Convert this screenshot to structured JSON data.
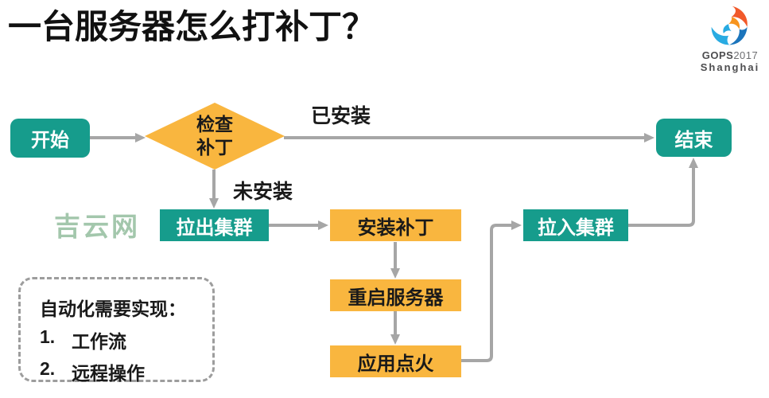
{
  "slide": {
    "title": "一台服务器怎么打补丁？"
  },
  "logo": {
    "brand_bold": "GOPS",
    "brand_year": "2017",
    "city": "Shanghai"
  },
  "watermark": {
    "text": "吉云网"
  },
  "flowchart": {
    "nodes": {
      "start": "开始",
      "decision_line1": "检查",
      "decision_line2": "补丁",
      "pull_out": "拉出集群",
      "install": "安装补丁",
      "restart": "重启服务器",
      "ignite": "应用点火",
      "pull_in": "拉入集群",
      "end": "结束"
    },
    "edge_labels": {
      "installed": "已安装",
      "not_installed": "未安装"
    }
  },
  "note": {
    "heading": "自动化需要实现：",
    "items": [
      {
        "num": "1.",
        "text": "工作流"
      },
      {
        "num": "2.",
        "text": "远程操作"
      }
    ]
  },
  "colors": {
    "teal": "#169C8C",
    "yellow": "#F9B63F",
    "arrow": "#A6A6A6",
    "watermark-green": "#A3C7AC",
    "title-black": "#111111",
    "logo-gray": "#4D4D4F",
    "logo-orange": "#F1592A",
    "logo-blue": "#1B75BC",
    "logo-lightblue": "#29ABE2"
  }
}
